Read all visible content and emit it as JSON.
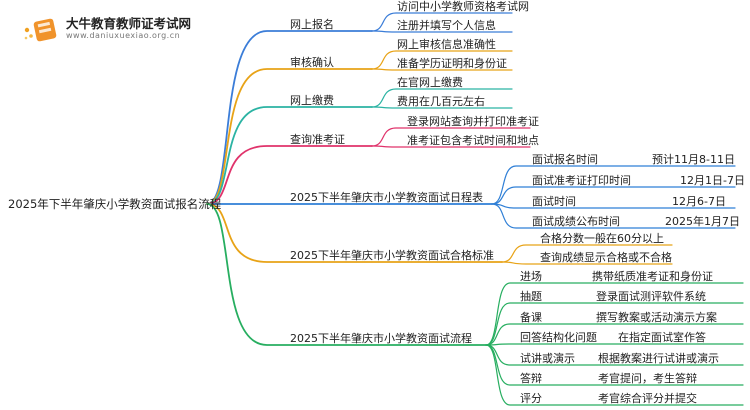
{
  "brand": {
    "name": "大牛教育教师证考试网",
    "url": "www.daniuxuexiao.org.cn"
  },
  "root": "2025年下半年肇庆小学教资面试报名流程",
  "branches": [
    {
      "label": "网上报名",
      "color": "#3b7dd8",
      "items": [
        {
          "text": "访问中小学教师资格考试网"
        },
        {
          "text": "注册并填写个人信息"
        }
      ]
    },
    {
      "label": "审核确认",
      "color": "#e8a317",
      "items": [
        {
          "text": "网上审核信息准确性"
        },
        {
          "text": "准备学历证明和身份证"
        }
      ]
    },
    {
      "label": "网上缴费",
      "color": "#2bb3a3",
      "items": [
        {
          "text": "在官网上缴费"
        },
        {
          "text": "费用在几百元左右"
        }
      ]
    },
    {
      "label": "查询准考证",
      "color": "#e0336b",
      "items": [
        {
          "text": "登录网站查询并打印准考证"
        },
        {
          "text": "准考证包含考试时间和地点"
        }
      ]
    },
    {
      "label": "2025下半年肇庆市小学教资面试日程表",
      "color": "#2f7fd6",
      "items": [
        {
          "text": "面试报名时间",
          "value": "预计11月8-11日"
        },
        {
          "text": "面试准考证打印时间",
          "value": "12月1日-7日"
        },
        {
          "text": "面试时间",
          "value": "12月6-7日"
        },
        {
          "text": "面试成绩公布时间",
          "value": "2025年1月7日"
        }
      ]
    },
    {
      "label": "2025下半年肇庆市小学教资面试合格标准",
      "color": "#e8a317",
      "items": [
        {
          "text": "合格分数一般在60分以上"
        },
        {
          "text": "查询成绩显示合格或不合格"
        }
      ]
    },
    {
      "label": "2025下半年肇庆市小学教资面试流程",
      "color": "#27ae60",
      "items": [
        {
          "text": "进场",
          "value": "携带纸质准考证和身份证"
        },
        {
          "text": "抽题",
          "value": "登录面试测评软件系统"
        },
        {
          "text": "备课",
          "value": "撰写教案或活动演示方案"
        },
        {
          "text": "回答结构化问题",
          "value": "在指定面试室作答"
        },
        {
          "text": "试讲或演示",
          "value": "根据教案进行试讲或演示"
        },
        {
          "text": "答辩",
          "value": "考官提问，考生答辩"
        },
        {
          "text": "评分",
          "value": "考官综合评分并提交"
        }
      ]
    }
  ]
}
